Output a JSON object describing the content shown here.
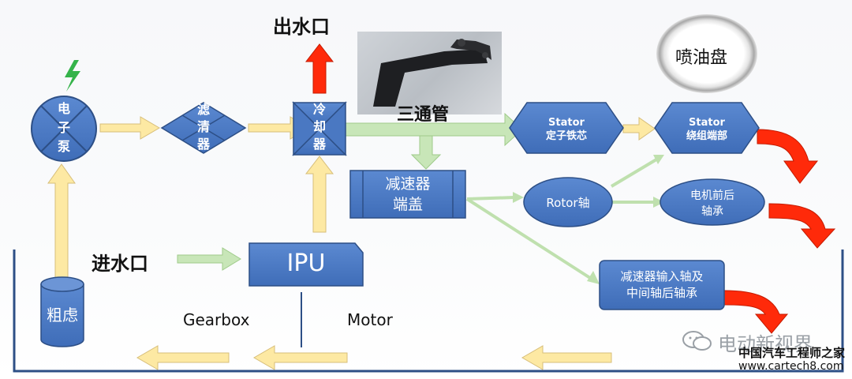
{
  "diagram": {
    "outlet": "出水口",
    "inlet": "进水口",
    "pump": [
      "电",
      "子",
      "泵"
    ],
    "filter": [
      "滤",
      "清",
      "器"
    ],
    "cooler": [
      "冷",
      "却",
      "器"
    ],
    "tee_pipe": "三通管",
    "spray_plate": "喷油盘",
    "stator_core": [
      "Stator",
      "定子铁芯"
    ],
    "stator_winding": [
      "Stator",
      "绕组端部"
    ],
    "reducer_cover": [
      "减速器",
      "端盖"
    ],
    "rotor_shaft": "Rotor轴",
    "motor_bearings": [
      "电机前后",
      "轴承"
    ],
    "reducer_bearings": [
      "减速器输入轴及",
      "中间轴后轴承"
    ],
    "ipu": "IPU",
    "strainer": "粗虑",
    "gearbox": "Gearbox",
    "motor": "Motor",
    "watermark": {
      "account": "电动新视界",
      "site_name": "中国汽车工程师之家",
      "url": "www.cartech8.com"
    }
  },
  "colors": {
    "node_blue": "#4a78c2",
    "node_border": "#2d4f86",
    "arrow_yellow": "#fde9a3",
    "arrow_yellow_stroke": "#d7be7a",
    "arrow_green": "#c8e6b8",
    "arrow_green_stroke": "#9fcb8a",
    "arrow_red": "#ff2a0a",
    "tank_line": "#2d4f86"
  }
}
